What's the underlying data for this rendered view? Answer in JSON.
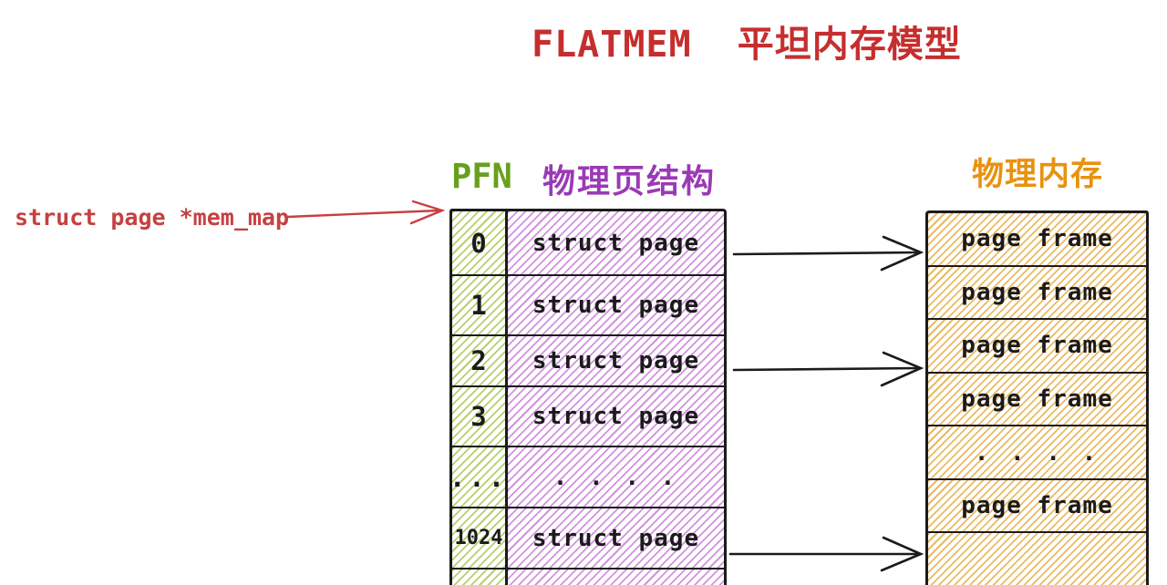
{
  "title": "FLATMEM  平坦内存模型",
  "pointer_label": "struct page *mem_map",
  "headers": {
    "pfn": "PFN",
    "page_struct": "物理页结构",
    "physical_memory": "物理内存"
  },
  "page_table": {
    "rows": [
      {
        "pfn": "0",
        "value": "struct page"
      },
      {
        "pfn": "1",
        "value": "struct page"
      },
      {
        "pfn": "2",
        "value": "struct page"
      },
      {
        "pfn": "3",
        "value": "struct page"
      },
      {
        "pfn": "...",
        "value": ". . . ."
      },
      {
        "pfn": "1024",
        "value": "struct page"
      },
      {
        "pfn": "",
        "value": ""
      }
    ]
  },
  "memory_table": {
    "rows": [
      {
        "value": "page frame"
      },
      {
        "value": "page frame"
      },
      {
        "value": "page frame"
      },
      {
        "value": "page frame"
      },
      {
        "value": ". . . ."
      },
      {
        "value": "page frame"
      },
      {
        "value": ""
      }
    ]
  },
  "colors": {
    "title_red": "#c62e2e",
    "pfn_green": "#68a01e",
    "struct_purple": "#9a3ab5",
    "memory_orange": "#e8920e",
    "green_hatch": "#b5d06f",
    "purple_hatch": "#d193dd",
    "orange_hatch": "#eaba62",
    "ink": "#1b1b1b"
  }
}
